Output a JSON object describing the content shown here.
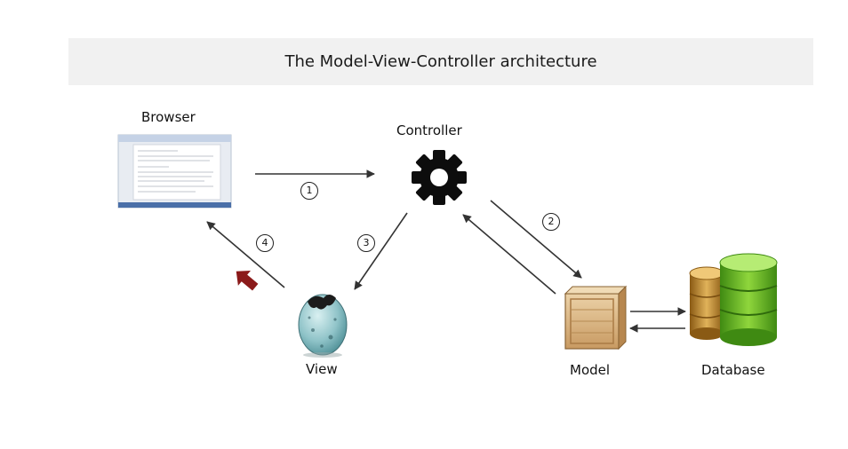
{
  "title": "The Model-View-Controller architecture",
  "nodes": {
    "browser": "Browser",
    "controller": "Controller",
    "view": "View",
    "model": "Model",
    "database": "Database"
  },
  "steps": [
    "1",
    "2",
    "3",
    "4"
  ],
  "colors": {
    "title_bg": "#f1f1f1",
    "arrow": "#333333",
    "highlight_arrow": "#8b1a1a",
    "database_green": "#6fbf2a",
    "database_tan": "#c8902a",
    "crate": "#d9b98c",
    "egg": "#8fc3c8"
  },
  "icons": [
    "browser-screenshot-icon",
    "gear-icon",
    "egg-icon",
    "crate-icon",
    "database-icon"
  ]
}
